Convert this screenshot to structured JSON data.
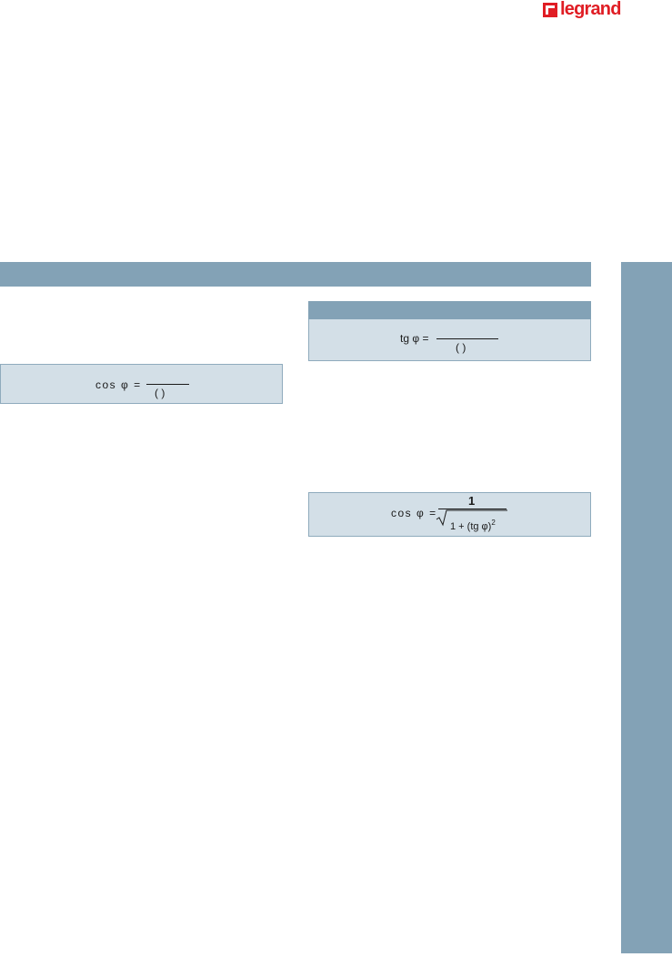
{
  "brand": {
    "name": "legrand",
    "color": "#e01d24"
  },
  "colors": {
    "band": "#83a2b6",
    "box_fill": "#d3dfe7",
    "box_border": "#8fabbd"
  },
  "formula_1": {
    "lhs": "cos φ =",
    "denominator": "(      )"
  },
  "formula_2": {
    "lhs": "tg φ =",
    "denominator": "(      )"
  },
  "formula_3": {
    "lhs": "cos φ =",
    "numerator": "1",
    "denominator_prefix": "1 + (tg φ)",
    "denominator_exponent": "2"
  }
}
